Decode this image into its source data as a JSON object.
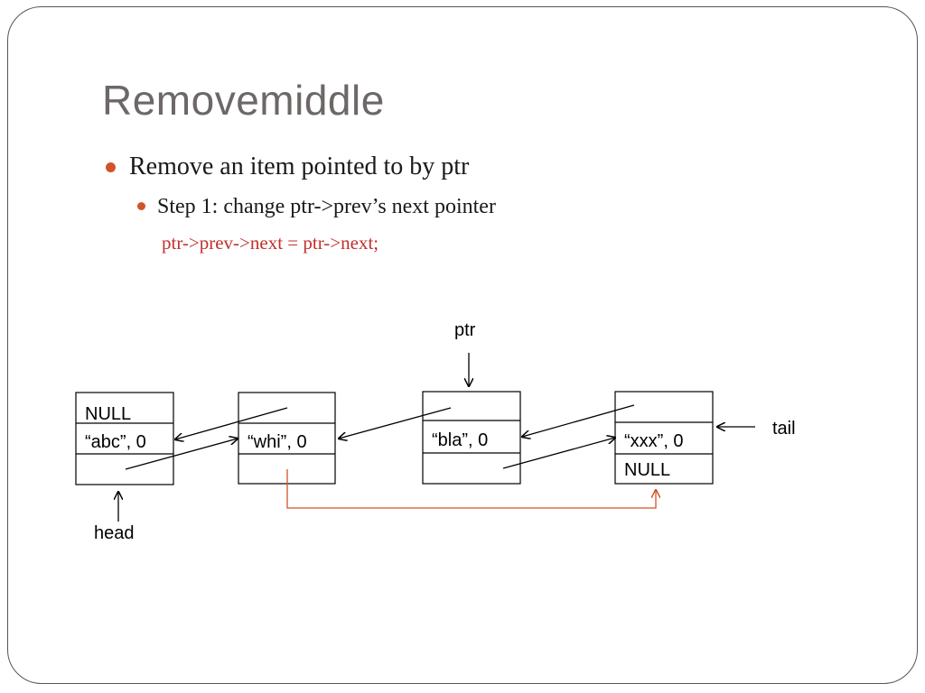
{
  "slide": {
    "title": "Removemiddle",
    "bullets": [
      {
        "text": "Remove an item pointed to by ptr",
        "level": 1
      },
      {
        "text": "Step 1: change ptr->prev’s next pointer",
        "level": 2
      }
    ],
    "code": "ptr->prev->next = ptr->next;",
    "colors": {
      "title": "#6d6767",
      "bullet_marker": "#d0542a",
      "code": "#c0302b",
      "highlight_arrow": "#d0542a"
    }
  },
  "diagram": {
    "nodes": [
      {
        "id": "abc",
        "prev_label": "NULL",
        "data_label": "“abc”, 0",
        "next_label": ""
      },
      {
        "id": "whi",
        "prev_label": "",
        "data_label": "“whi”, 0",
        "next_label": ""
      },
      {
        "id": "bla",
        "prev_label": "",
        "data_label": "“bla”, 0",
        "next_label": ""
      },
      {
        "id": "xxx",
        "prev_label": "",
        "data_label": "“xxx”, 0",
        "next_label": "NULL"
      }
    ],
    "pointers": {
      "ptr": "ptr",
      "head": "head",
      "tail": "tail"
    },
    "links": [
      {
        "from": "abc",
        "to": "whi",
        "kind": "next"
      },
      {
        "from": "whi",
        "to": "abc",
        "kind": "prev"
      },
      {
        "from": "bla",
        "to": "whi",
        "kind": "prev"
      },
      {
        "from": "bla",
        "to": "xxx",
        "kind": "next"
      },
      {
        "from": "xxx",
        "to": "bla",
        "kind": "prev"
      },
      {
        "from": "whi",
        "to": "xxx",
        "kind": "new-next"
      }
    ]
  }
}
